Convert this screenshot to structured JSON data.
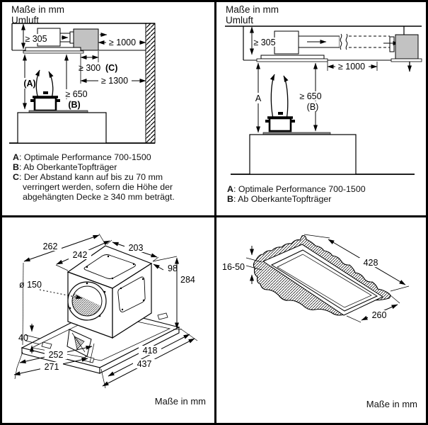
{
  "panels": {
    "top_left": {
      "title": "Maße in mm",
      "mode": "Umluft",
      "dims": {
        "ceiling_height": "≥ 305",
        "wall_distance": "≥ 1000",
        "outlet_distance": "≥ 300",
        "outlet_key": "(C)",
        "recirc_distance": "≥ 1300",
        "dim_a": "(A)",
        "dim_650": "≥ 650",
        "dim_b": "(B)"
      },
      "notes": [
        {
          "key": "A",
          "text": ": Optimale Performance 700-1500"
        },
        {
          "key": "B",
          "text": ": Ab OberkanteTopfträger"
        },
        {
          "key": "C",
          "text": ": Der Abstand kann auf bis zu 70 mm"
        },
        {
          "key": "",
          "text": "verringert werden, sofern die Höhe der"
        },
        {
          "key": "",
          "text": "abgehängten Decke ≥ 340 mm beträgt."
        }
      ]
    },
    "top_right": {
      "title": "Maße in mm",
      "mode": "Umluft",
      "dims": {
        "ceiling_height": "≥ 305",
        "duct_distance": "≥ 1000",
        "dim_a": "A",
        "dim_650": "≥ 650",
        "dim_b": "(B)"
      },
      "notes": [
        {
          "key": "A",
          "text": ": Optimale Performance 700-1500"
        },
        {
          "key": "B",
          "text": ": Ab OberkanteTopfträger"
        }
      ]
    },
    "bottom_left": {
      "dims": {
        "depth_outer": "262",
        "depth_inner": "242",
        "width_top": "203",
        "offset_back": "98",
        "height": "284",
        "duct_diameter": "ø 150",
        "plate_height": "40",
        "length_inner": "418",
        "length_outer": "437",
        "width_inner": "252",
        "width_outer": "271"
      },
      "units_label": "Maße in mm"
    },
    "bottom_right": {
      "dims": {
        "thickness": "16-50",
        "length": "428",
        "width": "260"
      },
      "units_label": "Maße in mm"
    }
  },
  "colors": {
    "accent_gray_box": "#c2c2c2",
    "line": "#000000"
  }
}
